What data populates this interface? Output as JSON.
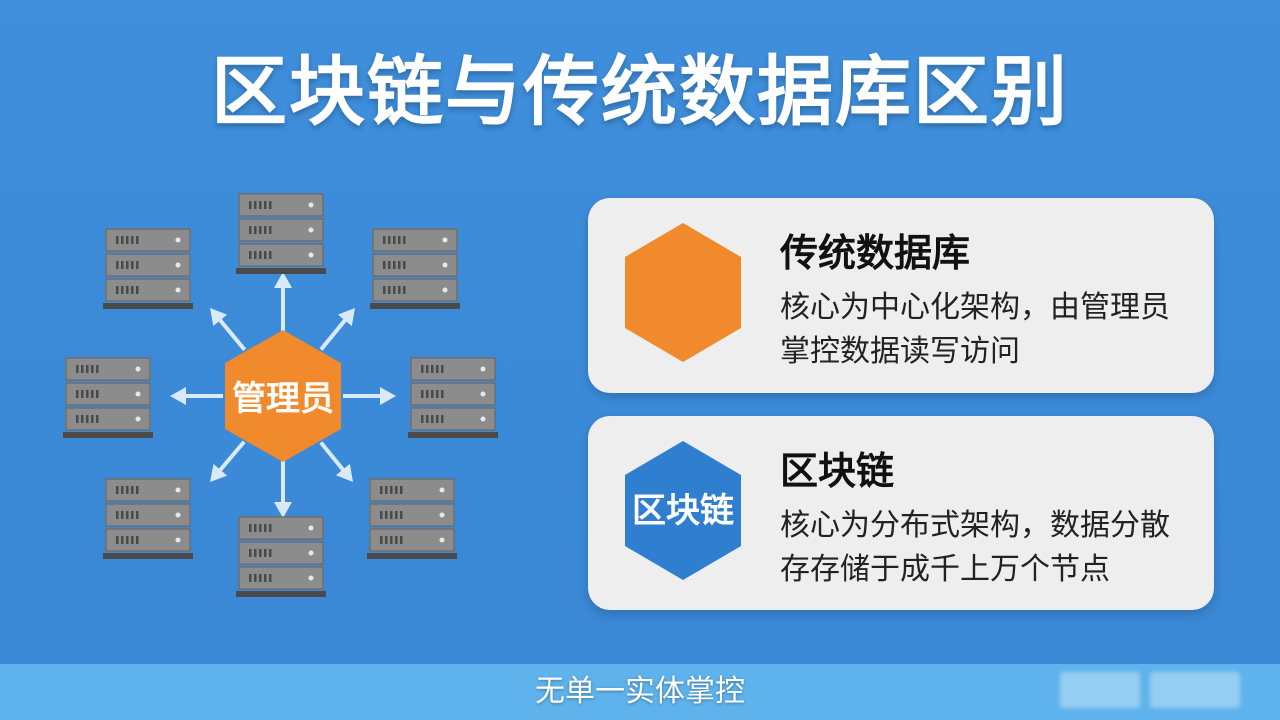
{
  "title": "区块链与传统数据库区别",
  "diagram": {
    "center_label": "管理员",
    "colors": {
      "hub": "#f08a2c",
      "arrow": "#d9e9f8",
      "server_body": "#8c8c8c",
      "server_dark": "#4a4a4a"
    }
  },
  "cards": [
    {
      "heading": "传统数据库",
      "description": "核心为中心化架构，由管理员掌控数据读写访问",
      "hex_label": "",
      "hex_color": "#f08a2c"
    },
    {
      "heading": "区块链",
      "description": "核心为分布式架构，数据分散存存储于成千上万个节点",
      "hex_label": "区块链",
      "hex_color": "#2f7ed0"
    }
  ],
  "subtitle": "无单一实体掌控",
  "colors": {
    "background": "#3b8ad8",
    "card": "#eeeeee",
    "bottom_bar": "#5fb3ec"
  }
}
